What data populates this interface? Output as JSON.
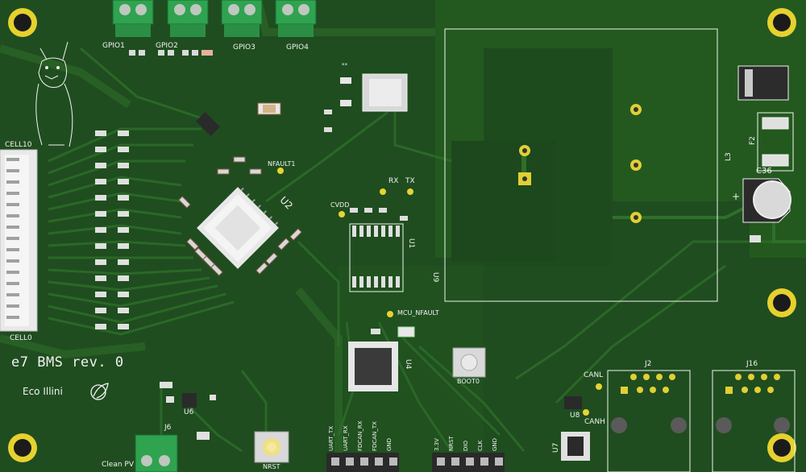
{
  "board": {
    "title": "e7 BMS rev. 0",
    "org": "Eco Illini",
    "colors": {
      "board": "#1f4d1f",
      "copper": "#23591f",
      "trace": "#2b6a27",
      "silk": "#f2f2f2",
      "pad_gold": "#d9c23a",
      "hole": "#222222",
      "mounting_ring": "#e8d23a",
      "terminal_green": "#2fa34f"
    }
  },
  "labels": {
    "gpio1": "GPIO1",
    "gpio2": "GPIO2",
    "gpio3": "GPIO3",
    "gpio4": "GPIO4",
    "cell10": "CELL10",
    "cell0": "CELL0",
    "nfault1": "NFAULT1",
    "u2": "U2",
    "rx": "RX",
    "tx": "TX",
    "cvdd": "CVDD",
    "u1": "U1",
    "u9": "U9",
    "mcu_nfault": "MCU_NFAULT",
    "u4": "U4",
    "boot0": "BOOT0",
    "u6": "U6",
    "j6": "J6",
    "clean_pv": "Clean PV",
    "nrst": "NRST",
    "j2": "J2",
    "j16": "J16",
    "canl": "CANL",
    "canh": "CANH",
    "u8": "U8",
    "u7": "U7",
    "l3": "L3",
    "f2": "F2",
    "c36": "C36",
    "plus": "+",
    "star": "**",
    "header1_pins": [
      "UART_TX",
      "UART_RX",
      "FDCAN_RX",
      "FDCAN_TX",
      "GND"
    ],
    "header2_pins": [
      "3.3V",
      "NRST",
      "DIO",
      "CLK",
      "GND"
    ]
  }
}
